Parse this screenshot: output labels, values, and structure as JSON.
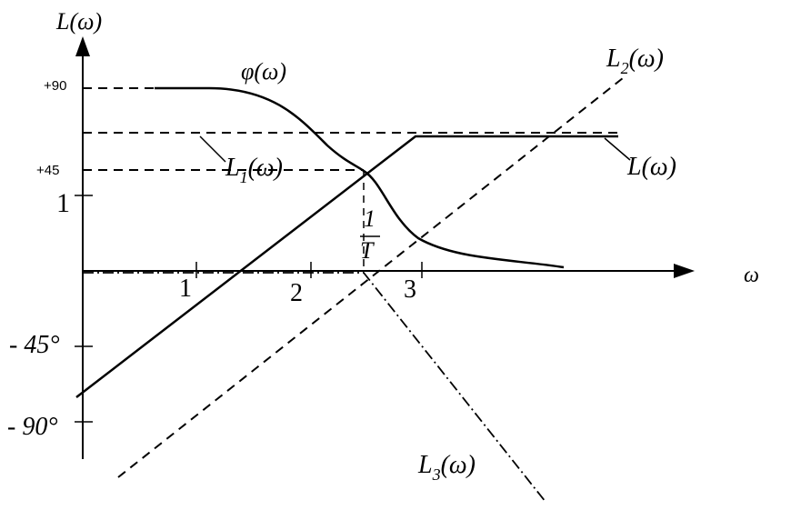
{
  "axes": {
    "y_label_L": "L(",
    "y_label_omega": "ω",
    "y_label_close": ")",
    "x_label": "ω",
    "y_ticks": {
      "plus90": "+90",
      "plus45": "+45",
      "one": "1",
      "minus45": "- 45°",
      "minus90": "- 90°"
    },
    "x_ticks": [
      "1",
      "2",
      "3"
    ]
  },
  "labels": {
    "phi": "φ(ω)",
    "L1_main": "L",
    "L1_sub": "1",
    "L1_arg": "(ω)",
    "L2_main": "L",
    "L2_sub": "2",
    "L2_arg": "(ω)",
    "L3_main": "L",
    "L3_sub": "3",
    "L3_arg": "(ω)",
    "L_main": "L(ω)",
    "inv_T_num": "1",
    "inv_T_den": "T"
  },
  "colors": {
    "stroke": "#000000",
    "background": "#ffffff"
  }
}
